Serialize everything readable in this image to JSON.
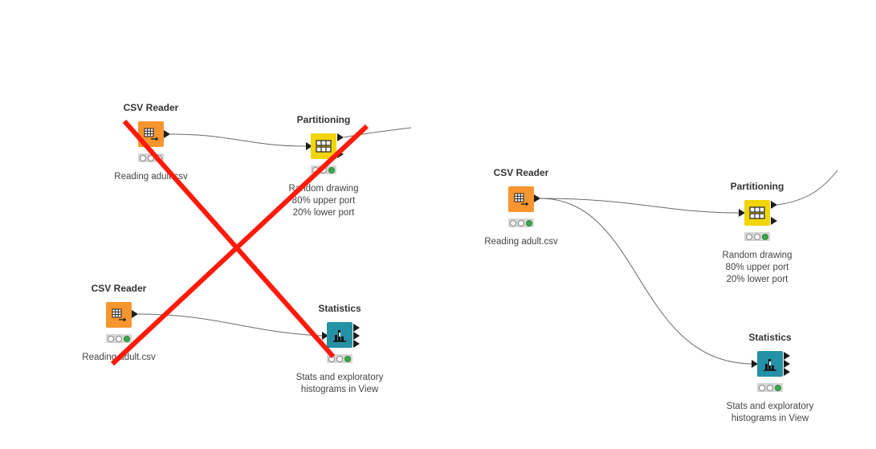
{
  "colors": {
    "reader": "#f7962e",
    "partition": "#f2d50a",
    "stats": "#2591a6",
    "connection": "#6b6b6b",
    "cross": "#ff1a0a",
    "status_green": "#3aa64a"
  },
  "left_workflow": {
    "csv_reader_1": {
      "title": "CSV Reader",
      "icon": "table-arrow-icon",
      "desc": "Reading adult.csv",
      "status": [
        false,
        false,
        false
      ]
    },
    "partitioning": {
      "title": "Partitioning",
      "icon": "partition-grid-icon",
      "desc": [
        "Random drawing",
        "80% upper port",
        "20% lower port"
      ],
      "status": [
        false,
        false,
        true
      ]
    },
    "csv_reader_2": {
      "title": "CSV Reader",
      "icon": "table-arrow-icon",
      "desc": "Reading adult.csv",
      "status": [
        false,
        false,
        true
      ]
    },
    "statistics": {
      "title": "Statistics",
      "icon": "histogram-icon",
      "desc": [
        "Stats and exploratory",
        "histograms in View"
      ],
      "status": [
        false,
        false,
        true
      ]
    }
  },
  "right_workflow": {
    "csv_reader": {
      "title": "CSV Reader",
      "icon": "table-arrow-icon",
      "desc": "Reading adult.csv",
      "status": [
        false,
        false,
        true
      ]
    },
    "partitioning": {
      "title": "Partitioning",
      "icon": "partition-grid-icon",
      "desc": [
        "Random drawing",
        "80% upper port",
        "20% lower port"
      ],
      "status": [
        false,
        false,
        true
      ]
    },
    "statistics": {
      "title": "Statistics",
      "icon": "histogram-icon",
      "desc": [
        "Stats and exploratory",
        "histograms in View"
      ],
      "status": [
        false,
        false,
        true
      ]
    }
  }
}
